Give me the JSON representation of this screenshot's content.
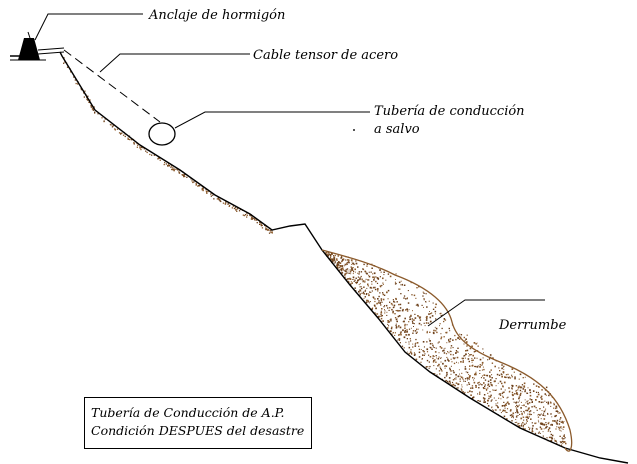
{
  "labels": {
    "anchor": "Anclaje de hormigón",
    "cable": "Cable tensor de acero",
    "pipe_line1": "Tubería de conducción",
    "pipe_line2": "a salvo",
    "landslide": "Derrumbe"
  },
  "caption": {
    "line1": "Tubería de Conducción de A.P.",
    "line2": "Condición DESPUES del desastre"
  },
  "colors": {
    "ink": "#000000",
    "soil": "#8b5a2b",
    "soil_dark": "#6b3f1a"
  },
  "icons": {
    "anchor": "concrete-anchor-icon",
    "pipe": "pipe-cross-section-icon"
  }
}
